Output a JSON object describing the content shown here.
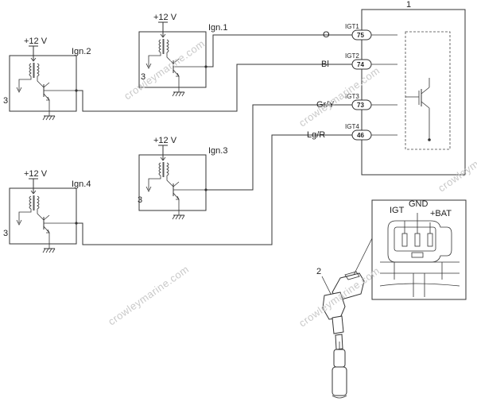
{
  "ecu": {
    "ref": "1"
  },
  "coil_part": {
    "ref": "2"
  },
  "connector_pins": [
    "IGT",
    "GND",
    "+BAT"
  ],
  "igniters": [
    {
      "id": "ign1",
      "name": "Ign.1",
      "supply": "+12 V",
      "ground_ref": "3"
    },
    {
      "id": "ign2",
      "name": "Ign.2",
      "supply": "+12 V",
      "ground_ref": "3"
    },
    {
      "id": "ign3",
      "name": "Ign.3",
      "supply": "+12 V",
      "ground_ref": "3"
    },
    {
      "id": "ign4",
      "name": "Ign.4",
      "supply": "+12 V",
      "ground_ref": "3"
    }
  ],
  "signals": [
    {
      "id": "IGT1",
      "label": "IGT1",
      "pin": "75",
      "wire_color": "O"
    },
    {
      "id": "IGT2",
      "label": "IGT2",
      "pin": "74",
      "wire_color": "Bl"
    },
    {
      "id": "IGT3",
      "label": "IGT3",
      "pin": "73",
      "wire_color": "Gr/Y"
    },
    {
      "id": "IGT4",
      "label": "IGT4",
      "pin": "46",
      "wire_color": "Lg/R"
    }
  ],
  "watermarks": [
    "crowleymarine.com",
    "crowleymarine.com",
    "crowleymarine.com",
    "crowleymarine.com",
    "crowleymarine.com"
  ]
}
